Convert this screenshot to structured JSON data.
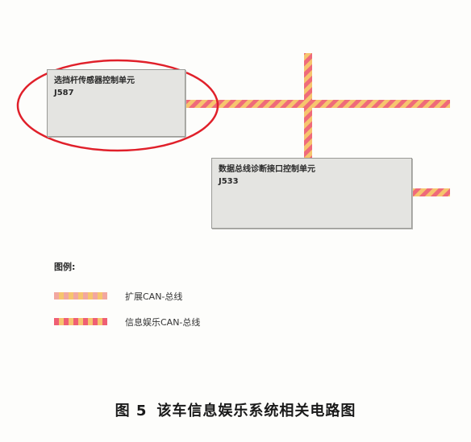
{
  "modules": {
    "j587": {
      "name": "选挡杆传感器控制单元",
      "code": "J587"
    },
    "j533": {
      "name": "数据总线诊断接口控制单元",
      "code": "J533"
    }
  },
  "legend": {
    "title": "图例:",
    "items": [
      {
        "label": "扩展CAN-总线",
        "color_a": "#f2a7a0",
        "color_b": "#f6c56e"
      },
      {
        "label": "信息娱乐CAN-总线",
        "color_a": "#ef5f74",
        "color_b": "#f6c56e"
      }
    ]
  },
  "figure": {
    "number": "图 5",
    "title": "该车信息娱乐系统相关电路图"
  },
  "colors": {
    "highlight_circle": "#e0202a",
    "box_fill": "#e4e4e1"
  }
}
